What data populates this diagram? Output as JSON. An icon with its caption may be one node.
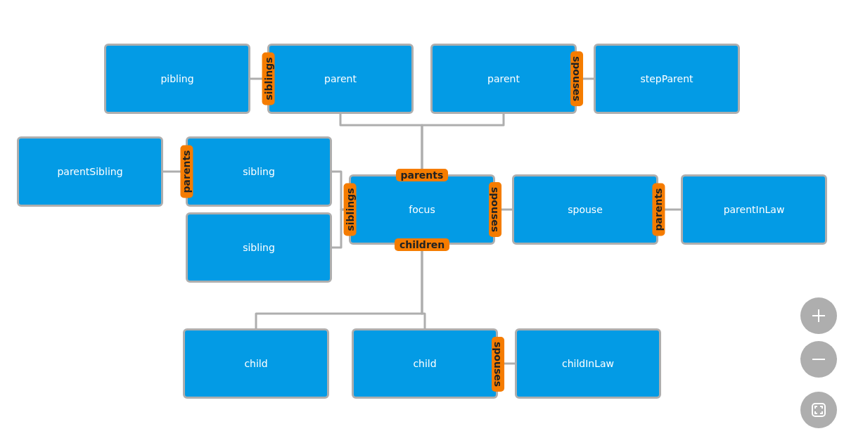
{
  "diagram": {
    "nodes": [
      {
        "text": [
          "pibling"
        ]
      },
      {
        "text": [
          "parent"
        ]
      },
      {
        "text": [
          "parent"
        ]
      },
      {
        "text": [
          "stepParent"
        ]
      },
      {
        "text": [
          "parentSibling"
        ]
      },
      {
        "text": [
          "sibling"
        ]
      },
      {
        "text": [
          "sibling"
        ]
      },
      {
        "text": [
          "focus"
        ]
      },
      {
        "text": [
          "spouse"
        ]
      },
      {
        "text": [
          "parentInLaw"
        ]
      },
      {
        "text": [
          "child"
        ]
      },
      {
        "text": [
          "child"
        ]
      },
      {
        "text": [
          "childInLaw"
        ]
      }
    ],
    "edges": [
      {
        "from": 0,
        "to": 1,
        "arrow": "none",
        "label": "siblings"
      },
      {
        "from": 2,
        "to": 3,
        "arrow": "none",
        "label": "spouses"
      },
      {
        "from": 4,
        "to": 5,
        "arrow": "none",
        "label": "parents"
      },
      {
        "from": 1,
        "to": 7,
        "arrow": "none",
        "label": "parents"
      },
      {
        "from": 2,
        "to": 7,
        "arrow": "none"
      },
      {
        "from": 5,
        "to": 7,
        "arrow": "none",
        "label": "siblings"
      },
      {
        "from": 6,
        "to": 7,
        "arrow": "none"
      },
      {
        "from": 7,
        "to": 8,
        "arrow": "none",
        "label": "spouses"
      },
      {
        "from": 8,
        "to": 9,
        "arrow": "none",
        "label": "parents"
      },
      {
        "from": 7,
        "to": 10,
        "arrow": "none",
        "label": "children"
      },
      {
        "from": 7,
        "to": 11,
        "arrow": "none"
      },
      {
        "from": 11,
        "to": 12,
        "arrow": "none",
        "label": "spouses"
      }
    ]
  }
}
